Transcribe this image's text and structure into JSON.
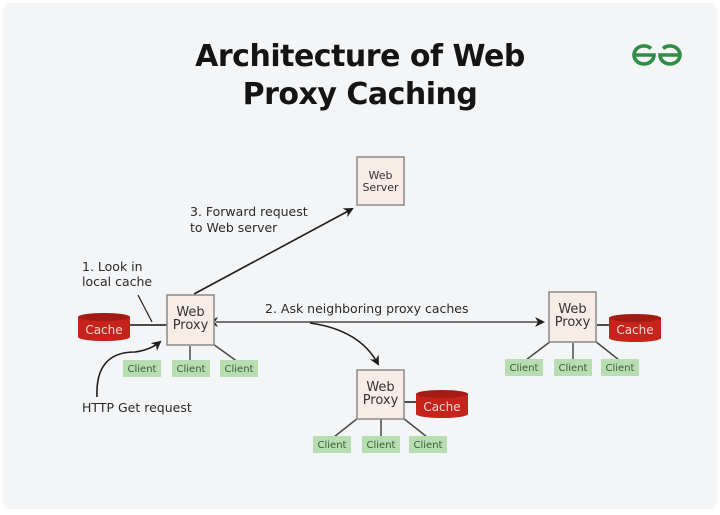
{
  "title": {
    "line1": "Architecture of Web",
    "line2": "Proxy Caching"
  },
  "logo": {
    "icon": "gfg-logo-icon",
    "color": "#2f8d46"
  },
  "colors": {
    "background": "#f4f5f7",
    "proxy_fill": "#f8ede6",
    "proxy_border": "#8a8a8a",
    "client_fill": "#b7deb0",
    "cache_fill": "#c4241c",
    "arrow": "#1e1e1e",
    "line": "#4a4a4a"
  },
  "nodes": {
    "web_server": {
      "line1": "Web",
      "line2": "Server"
    },
    "proxy_main": {
      "line1": "Web",
      "line2": "Proxy",
      "cache": "Cache",
      "clients": [
        "Client",
        "Client",
        "Client"
      ]
    },
    "proxy_right": {
      "line1": "Web",
      "line2": "Proxy",
      "cache": "Cache",
      "clients": [
        "Client",
        "Client",
        "Client"
      ]
    },
    "proxy_bottom": {
      "line1": "Web",
      "line2": "Proxy",
      "cache": "Cache",
      "clients": [
        "Client",
        "Client",
        "Client"
      ]
    }
  },
  "labels": {
    "step1_line1": "1. Look in",
    "step1_line2": "local cache",
    "step2": "2. Ask neighboring proxy caches",
    "step3_line1": "3. Forward request",
    "step3_line2": "to Web server",
    "http_get": "HTTP Get request"
  }
}
